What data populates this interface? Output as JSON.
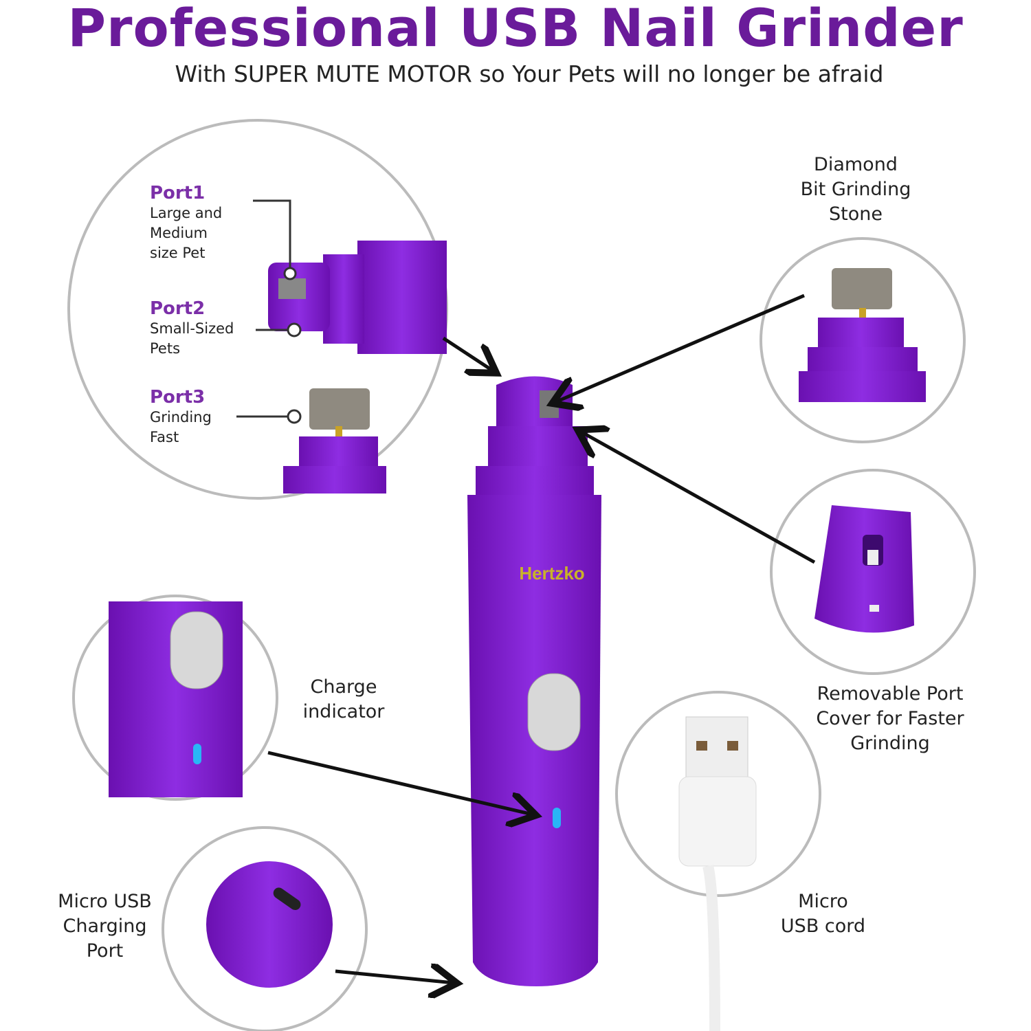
{
  "header": {
    "title": "Professional USB Nail Grinder",
    "subtitle": "With SUPER MUTE MOTOR so Your Pets will no longer be afraid"
  },
  "ports": [
    {
      "name": "Port1",
      "description_lines": [
        "Large and",
        "Medium",
        "size Pet"
      ]
    },
    {
      "name": "Port2",
      "description_lines": [
        "Small-Sized",
        "Pets"
      ]
    },
    {
      "name": "Port3",
      "description_lines": [
        "Grinding",
        "Fast"
      ]
    }
  ],
  "callouts": {
    "diamond_bit": [
      "Diamond",
      "Bit Grinding",
      "Stone"
    ],
    "port_cover": [
      "Removable Port",
      "Cover for Faster",
      "Grinding"
    ],
    "charge_indicator": [
      "Charge",
      "indicator"
    ],
    "usb_port": [
      "Micro USB",
      "Charging",
      "Port"
    ],
    "usb_cord": [
      "Micro",
      "USB cord"
    ]
  },
  "product": {
    "brand_logo": "Hertzko"
  },
  "colors": {
    "brand_purple": "#7b1fc4",
    "title_purple": "#6a1b9a",
    "indicator_blue": "#29b6f6",
    "logo_gold": "#c9b22a"
  }
}
